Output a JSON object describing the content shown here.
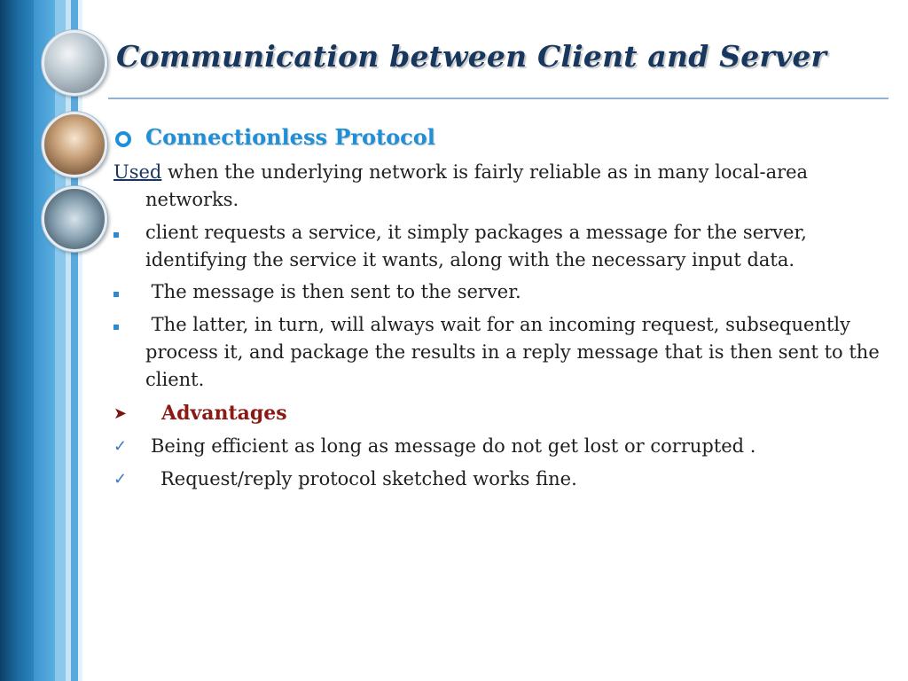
{
  "slide": {
    "title": "Communication between Client and Server",
    "subheading": "Connectionless Protocol",
    "intro": {
      "used_word": "Used",
      "line1_rest": " when the underlying network is fairly reliable as in many local-area",
      "line2": "networks."
    },
    "bullets": [
      {
        "line1": "client requests a service, it simply packages a message for the server,",
        "line2": "identifying the service it wants, along with the necessary input data."
      },
      {
        "line1": " The message is then sent to the server."
      },
      {
        "line1": " The latter, in turn, will always wait for an incoming request, subsequently",
        "line2": "process it, and package the results in a reply message that is then sent to the",
        "line3": "client."
      }
    ],
    "advantages": {
      "label": "Advantages",
      "items": [
        "Being efficient as long as message do not get lost or corrupted .",
        "Request/reply protocol sketched works fine."
      ]
    }
  }
}
